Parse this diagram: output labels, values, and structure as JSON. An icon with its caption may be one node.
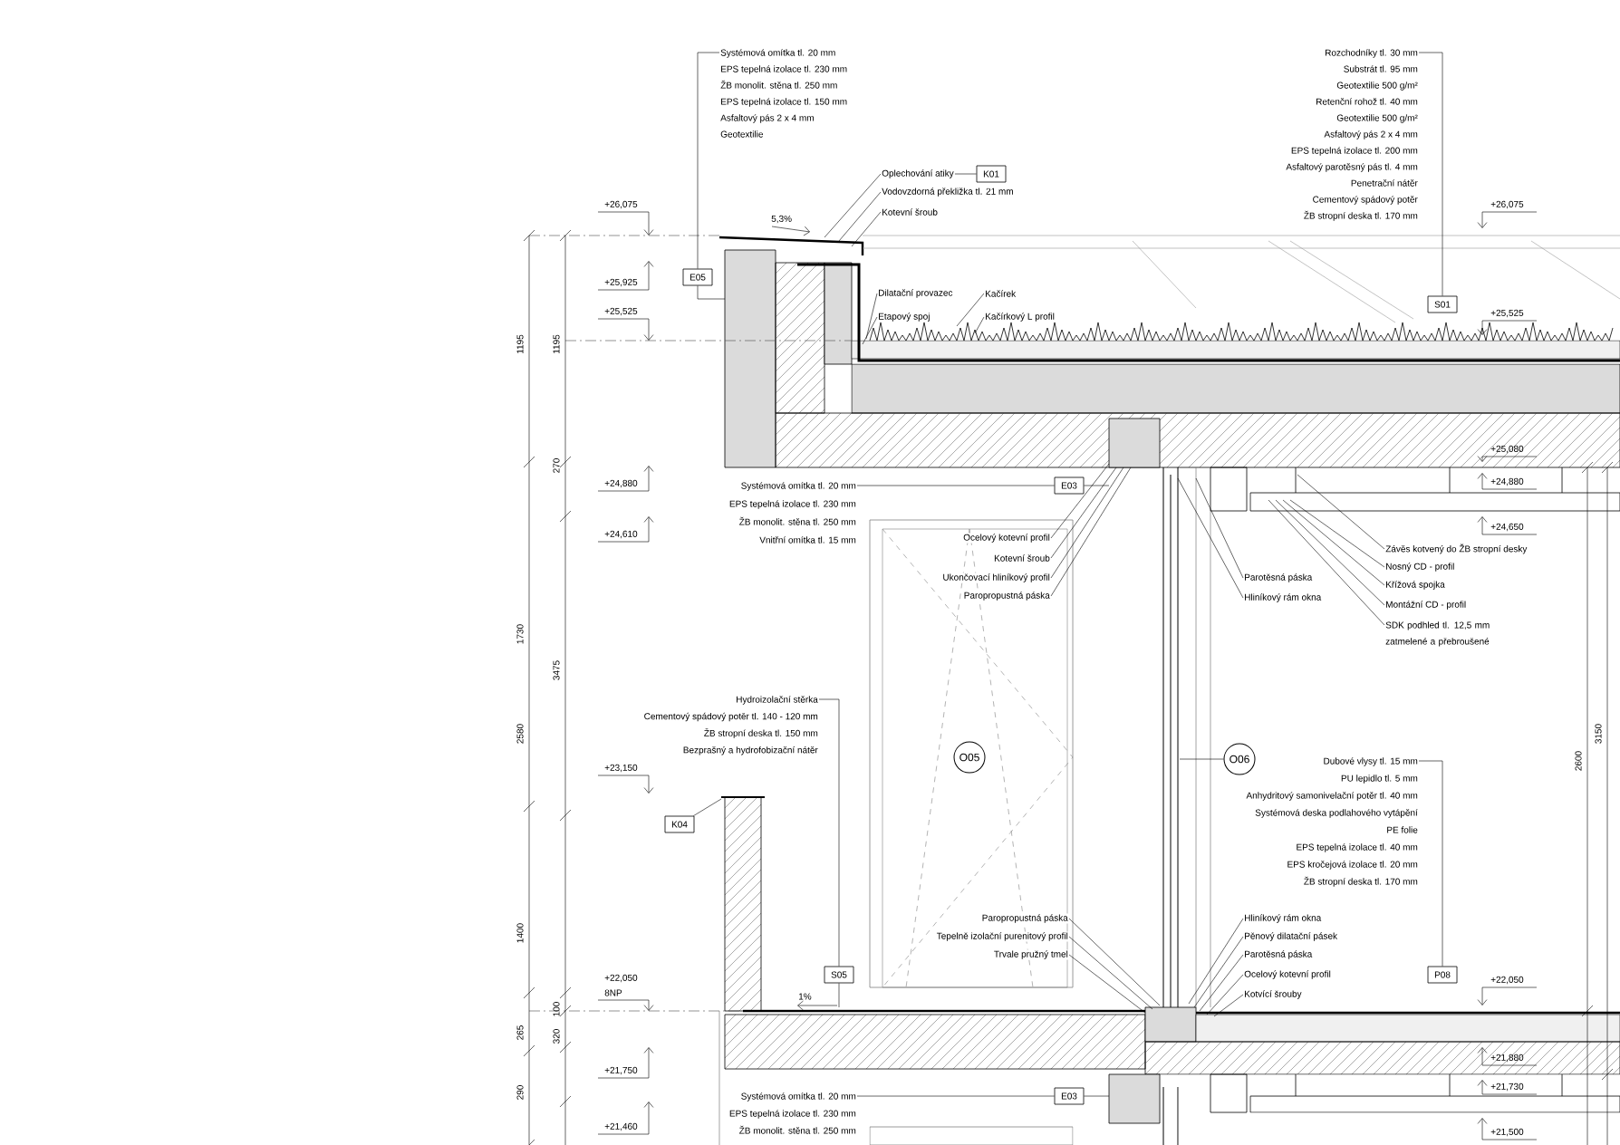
{
  "diagram": {
    "nodes": [
      {
        "text": [],
        "shape": "picture"
      },
      {
        "text": [
          "Systémová omítka tl. 20 mm",
          "EPS tepelná izolace tl. 230 mm",
          "ŽB monolit. stěna tl. 250 mm",
          "EPS tepelná izolace tl. 150 mm",
          "Asfaltový pás 2 x 4 mm",
          "Geotextilie"
        ]
      },
      {
        "text": [
          "Rozchodníky tl. 30 mm",
          "Substrát tl. 95 mm",
          "Geotextilie 500 g/m²",
          "Retenční rohož tl. 40 mm",
          "Geotextilie 500 g/m²",
          "Asfaltový pás 2 x 4 mm",
          "EPS tepelná izolace tl. 200 mm",
          "Asfaltový parotěsný pás tl. 4 mm",
          "Penetrační nátěr",
          "Cementový spádový potěr",
          "ŽB stropní deska tl. 170 mm"
        ]
      },
      {
        "text": [
          "Oplechování atiky"
        ]
      },
      {
        "text": [
          "K01"
        ]
      },
      {
        "text": [
          "Vodovzdorná překližka tl. 21 mm"
        ]
      },
      {
        "text": [
          "Kotevní šroub"
        ]
      },
      {
        "text": [
          "E05"
        ],
        "in": 0
      },
      {
        "text": [
          "Dilatační provazec"
        ],
        "in": 0
      },
      {
        "text": [
          "Kačírek"
        ],
        "in": 0
      },
      {
        "text": [
          "S01"
        ],
        "in": 0
      },
      {
        "text": [
          "Etapový spoj"
        ],
        "in": 0
      },
      {
        "text": [
          "Kačírkový L profil"
        ],
        "in": 0
      },
      {
        "text": [
          "Systémová omítka tl. 20 mm",
          "EPS tepelná izolace tl. 230 mm",
          "ŽB monolit. stěna tl. 250 mm",
          "Vnitřní omítka tl. 15 mm"
        ],
        "in": 0
      },
      {
        "text": [
          "E03"
        ],
        "in": 0
      },
      {
        "text": [
          "Ocelový kotevní profil"
        ],
        "in": 0
      },
      {
        "text": [
          "Závěs kotvený do ŽB stropní desky"
        ],
        "in": 0
      },
      {
        "text": [
          "Kotevní šroub"
        ],
        "in": 0
      },
      {
        "text": [
          "Nosný CD - profil"
        ],
        "in": 0
      },
      {
        "text": [
          "Ukončovací hliníkový profil"
        ],
        "in": 0
      },
      {
        "text": [
          "Parotěsná páska"
        ],
        "in": 0
      },
      {
        "text": [
          "Křížová spojka"
        ],
        "in": 0
      },
      {
        "text": [
          "Paropropustná páska"
        ],
        "in": 0
      },
      {
        "text": [
          "Hliníkový rám okna"
        ],
        "in": 0
      },
      {
        "text": [
          "Montážní CD - profil"
        ],
        "in": 0
      },
      {
        "text": [
          "SDK podhled tl. 12,5 mm zatmelené a přebroušené"
        ],
        "in": 0
      },
      {
        "text": [
          "Hydroizolační stěrka",
          "Cementový spádový potěr tl. 140 - 120 mm",
          "ŽB stropní deska tl. 150 mm",
          "Bezprašný a hydrofobizační nátěr"
        ],
        "in": 0
      },
      {
        "text": [
          "O05"
        ],
        "in": 0
      },
      {
        "text": [
          "O06"
        ],
        "in": 0
      },
      {
        "text": [
          "Dubové vlysy tl. 15 mm",
          "PU lepidlo tl. 5 mm",
          "Anhydritový samonivelační potěr tl. 40 mm",
          "Systémová deska podlahového vytápění",
          "PE folie",
          "EPS tepelná izolace tl. 40 mm",
          "EPS kročejová izolace tl. 20 mm",
          "ŽB stropní deska tl. 170 mm"
        ],
        "in": 0
      },
      {
        "text": [
          "K04"
        ],
        "in": 0
      },
      {
        "text": [
          "Paropropustná páska"
        ],
        "in": 0
      },
      {
        "text": [
          "Hliníkový rám okna"
        ],
        "in": 0
      },
      {
        "text": [
          "Tepelně izolační purenitový profil"
        ],
        "in": 0
      },
      {
        "text": [
          "Pěnový dilatační pásek"
        ],
        "in": 0
      },
      {
        "text": [
          "Trvale pružný tmel"
        ],
        "in": 0
      },
      {
        "text": [
          "Parotěsná páska"
        ],
        "in": 0
      },
      {
        "text": [
          "S05"
        ],
        "in": 0
      },
      {
        "text": [
          "Ocelový kotevní profil"
        ],
        "in": 0
      },
      {
        "text": [
          "P08"
        ],
        "in": 0
      },
      {
        "text": [
          "Kotvící šrouby"
        ],
        "in": 0
      },
      {
        "text": [
          "Systémová omítka tl. 20 mm",
          "EPS tepelná izolace tl. 230 mm",
          "ŽB monolit. stěna tl. 250 mm"
        ],
        "in": 0
      },
      {
        "text": [
          "E03"
        ],
        "in": 0
      }
    ],
    "edges": [
      {
        "from": 1,
        "to": 7,
        "arrow": "none"
      },
      {
        "from": 7,
        "to": 0,
        "arrow": "none"
      },
      {
        "from": 2,
        "to": 10,
        "arrow": "none"
      },
      {
        "from": 3,
        "to": 4,
        "arrow": "none"
      },
      {
        "from": 3,
        "to": 0,
        "arrow": "none"
      },
      {
        "from": 5,
        "to": 0,
        "arrow": "none"
      },
      {
        "from": 6,
        "to": 0,
        "arrow": "none"
      },
      {
        "from": 8,
        "to": 0,
        "arrow": "none"
      },
      {
        "from": 9,
        "to": 0,
        "arrow": "none"
      },
      {
        "from": 11,
        "to": 0,
        "arrow": "none"
      },
      {
        "from": 12,
        "to": 0,
        "arrow": "none"
      },
      {
        "from": 13,
        "to": 14,
        "arrow": "none"
      },
      {
        "from": 14,
        "to": 0,
        "arrow": "none"
      },
      {
        "from": 15,
        "to": 0,
        "arrow": "none"
      },
      {
        "from": 17,
        "to": 0,
        "arrow": "none"
      },
      {
        "from": 19,
        "to": 0,
        "arrow": "none"
      },
      {
        "from": 22,
        "to": 0,
        "arrow": "none"
      },
      {
        "from": 20,
        "to": 0,
        "arrow": "none"
      },
      {
        "from": 23,
        "to": 0,
        "arrow": "none"
      },
      {
        "from": 16,
        "to": 0,
        "arrow": "none"
      },
      {
        "from": 18,
        "to": 0,
        "arrow": "none"
      },
      {
        "from": 21,
        "to": 0,
        "arrow": "none"
      },
      {
        "from": 24,
        "to": 0,
        "arrow": "none"
      },
      {
        "from": 25,
        "to": 0,
        "arrow": "none"
      },
      {
        "from": 26,
        "to": 37,
        "arrow": "none"
      },
      {
        "from": 37,
        "to": 0,
        "arrow": "none"
      },
      {
        "from": 28,
        "to": 0,
        "arrow": "none"
      },
      {
        "from": 29,
        "to": 39,
        "arrow": "none"
      },
      {
        "from": 30,
        "to": 0,
        "arrow": "none"
      },
      {
        "from": 31,
        "to": 0,
        "arrow": "none"
      },
      {
        "from": 33,
        "to": 0,
        "arrow": "none"
      },
      {
        "from": 35,
        "to": 0,
        "arrow": "none"
      },
      {
        "from": 32,
        "to": 0,
        "arrow": "none"
      },
      {
        "from": 34,
        "to": 0,
        "arrow": "none"
      },
      {
        "from": 36,
        "to": 0,
        "arrow": "none"
      },
      {
        "from": 38,
        "to": 0,
        "arrow": "none"
      },
      {
        "from": 40,
        "to": 0,
        "arrow": "none"
      },
      {
        "from": 41,
        "to": 42,
        "arrow": "none"
      },
      {
        "from": 42,
        "to": 0,
        "arrow": "none"
      }
    ],
    "labels": [
      "+26,075",
      "+26,075",
      "5,3%",
      "+25,925",
      "+25,525",
      "+25,525",
      "1195",
      "1195",
      "270",
      "+25,080",
      "+24,880",
      "+24,880",
      "+24,610",
      "+24,650",
      "1730",
      "3475",
      "2580",
      "3150",
      "+23,150",
      "2600",
      "1400",
      "+22,050",
      "+22,050",
      "8NP",
      "1%",
      "100",
      "265",
      "320",
      "+21,750",
      "+21,880",
      "290",
      "+21,730",
      "+21,460",
      "+21,500"
    ]
  }
}
